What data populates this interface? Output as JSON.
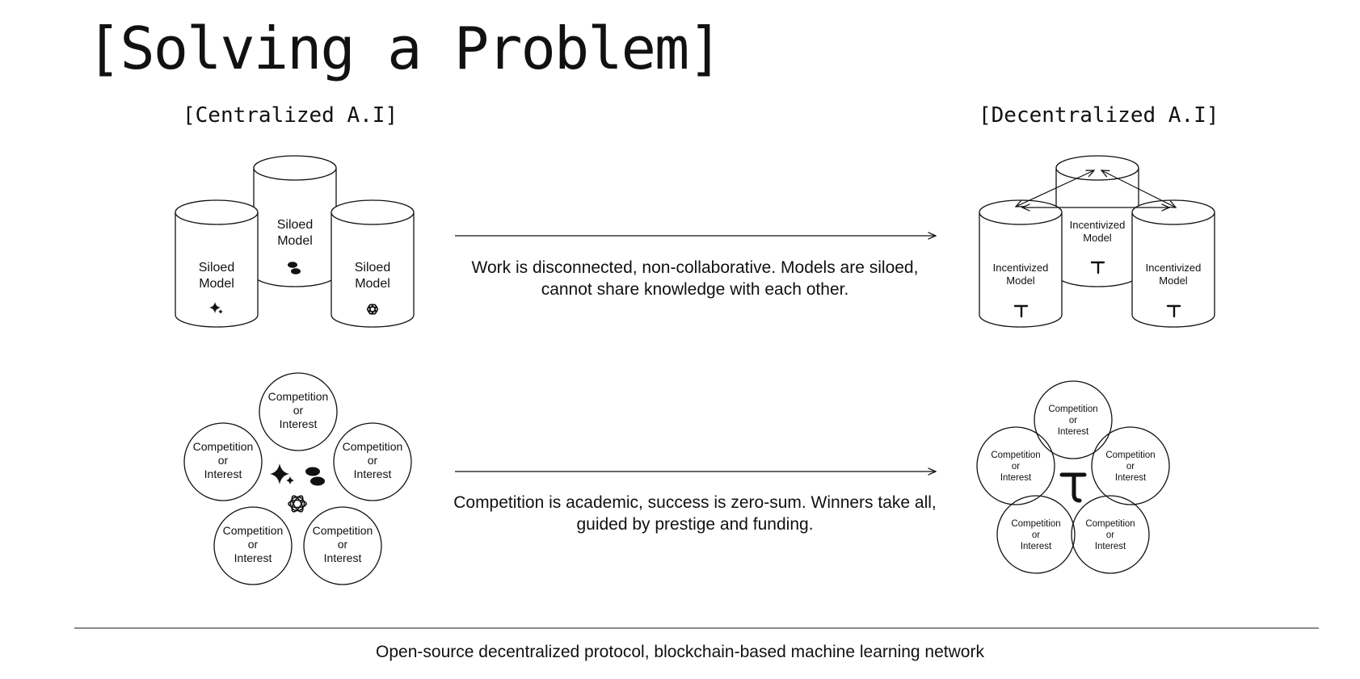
{
  "title": "[Solving a Problem]",
  "centralized": {
    "heading": "[Centralized A.I]",
    "siloed_label_line1": "Siloed",
    "siloed_label_line2": "Model",
    "circle_line1": "Competition",
    "circle_line2": "or",
    "circle_line3": "Interest"
  },
  "decentralized": {
    "heading": "[Decentralized A.I]",
    "incentivized_label_line1": "Incentivized",
    "incentivized_label_line2": "Model",
    "circle_line1": "Competition",
    "circle_line2": "or",
    "circle_line3": "Interest"
  },
  "captions": {
    "models": "Work is disconnected, non-collaborative. Models are siloed, cannot share knowledge with each other.",
    "competition": "Competition is academic, success is zero-sum. Winners take all, guided by prestige and funding."
  },
  "footer": "Open-source decentralized protocol, blockchain-based machine learning network",
  "icons": {
    "gemini": "sparkle-icon",
    "anthropic": "blob-icon",
    "openai": "openai-knot-icon",
    "bittensor": "tau-icon"
  },
  "colors": {
    "ink": "#111111",
    "background": "#ffffff"
  }
}
